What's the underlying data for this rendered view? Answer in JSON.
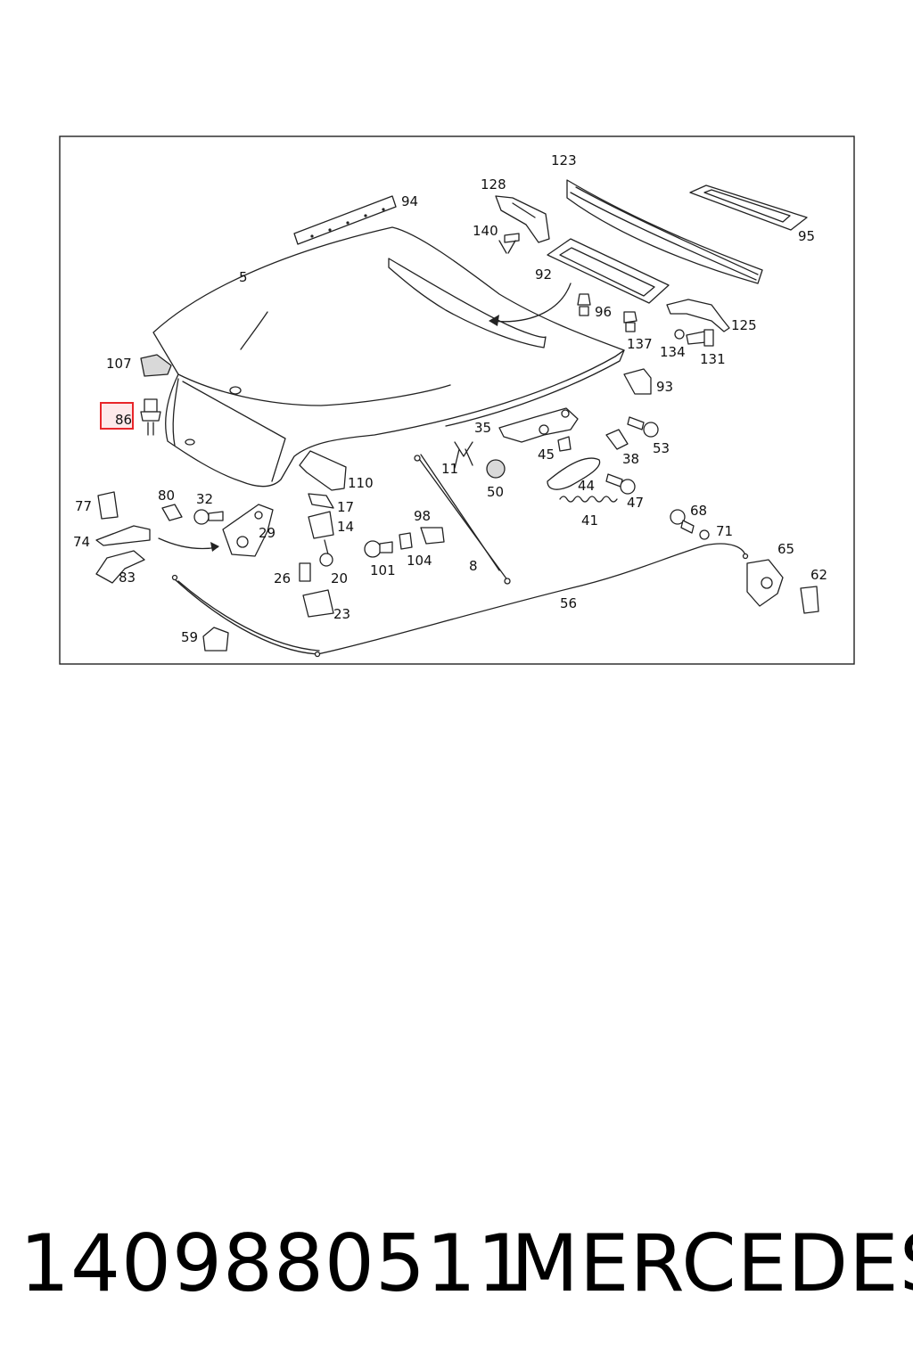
{
  "diagram": {
    "highlight_color": "#e8262a",
    "highlighted_label": "86",
    "labels": {
      "p5": "5",
      "p94": "94",
      "p128": "128",
      "p123": "123",
      "p95": "95",
      "p140": "140",
      "p92": "92",
      "p96": "96",
      "p137": "137",
      "p125": "125",
      "p134": "134",
      "p131": "131",
      "p107": "107",
      "p86": "86",
      "p93": "93",
      "p35": "35",
      "p53": "53",
      "p45": "45",
      "p38": "38",
      "p11": "11",
      "p50": "50",
      "p110": "110",
      "p44": "44",
      "p47": "47",
      "p41": "41",
      "p80": "80",
      "p32": "32",
      "p77": "77",
      "p17": "17",
      "p14": "14",
      "p29": "29",
      "p98": "98",
      "p74": "74",
      "p68": "68",
      "p71": "71",
      "p65": "65",
      "p83": "83",
      "p26": "26",
      "p20": "20",
      "p101": "101",
      "p104": "104",
      "p8": "8",
      "p62": "62",
      "p56": "56",
      "p23": "23",
      "p59": "59"
    }
  },
  "footer": {
    "part_number": "1409880511",
    "brand": "MERCEDES"
  }
}
